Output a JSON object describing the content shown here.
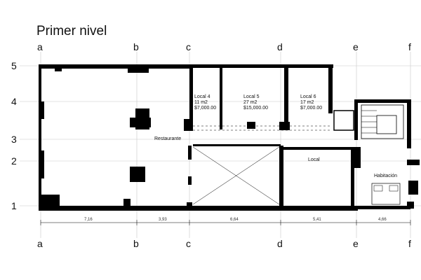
{
  "title": "Primer nivel",
  "columns": [
    "a",
    "b",
    "c",
    "d",
    "e",
    "f"
  ],
  "rows": [
    "5",
    "4",
    "3",
    "2",
    "1"
  ],
  "dimensions": [
    "7,16",
    "3,93",
    "6,64",
    "5,41",
    "4,66"
  ],
  "rooms": {
    "local4": [
      "Local 4",
      "11 m2",
      "$7,000.00"
    ],
    "local5": [
      "Local 5",
      "27 m2",
      "$15,000.00"
    ],
    "local6": [
      "Local 6",
      "17 m2",
      "$7,000.00"
    ],
    "restaurante": "Restaurante",
    "local": "Local",
    "habitacion": "Habitación"
  }
}
